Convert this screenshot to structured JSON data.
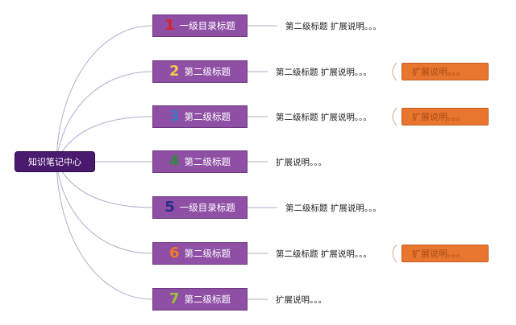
{
  "root": {
    "label": "知识笔记中心"
  },
  "colors": {
    "root": "#4a1a6e",
    "branch": "#8e4fa5",
    "tag": "#e8762f",
    "line": "#b7a8cc"
  },
  "branches": [
    {
      "num": "1",
      "num_color": "#d8232a",
      "title": "一级目录标题",
      "desc": "第二级标题 扩展说明。。。",
      "tag": ""
    },
    {
      "num": "2",
      "num_color": "#f2c94c",
      "title": "第二级标题",
      "desc": "第二级标题 扩展说明。。。",
      "tag": "扩展说明。。。"
    },
    {
      "num": "3",
      "num_color": "#3b78c4",
      "title": "第二级标题",
      "desc": "第二级标题 扩展说明。。。",
      "tag": "扩展说明。。。"
    },
    {
      "num": "4",
      "num_color": "#2e8b3a",
      "title": "第二级标题",
      "desc": "扩展说明。。。",
      "tag": ""
    },
    {
      "num": "5",
      "num_color": "#2a2f8c",
      "title": "一级目录标题",
      "desc": "第二级标题 扩展说明。。。",
      "tag": ""
    },
    {
      "num": "6",
      "num_color": "#f07b22",
      "title": "第二级标题",
      "desc": "第二级标题 扩展说明。。。",
      "tag": "扩展说明。。。"
    },
    {
      "num": "7",
      "num_color": "#9ac23c",
      "title": "第二级标题",
      "desc": "扩展说明。。。",
      "tag": ""
    }
  ]
}
